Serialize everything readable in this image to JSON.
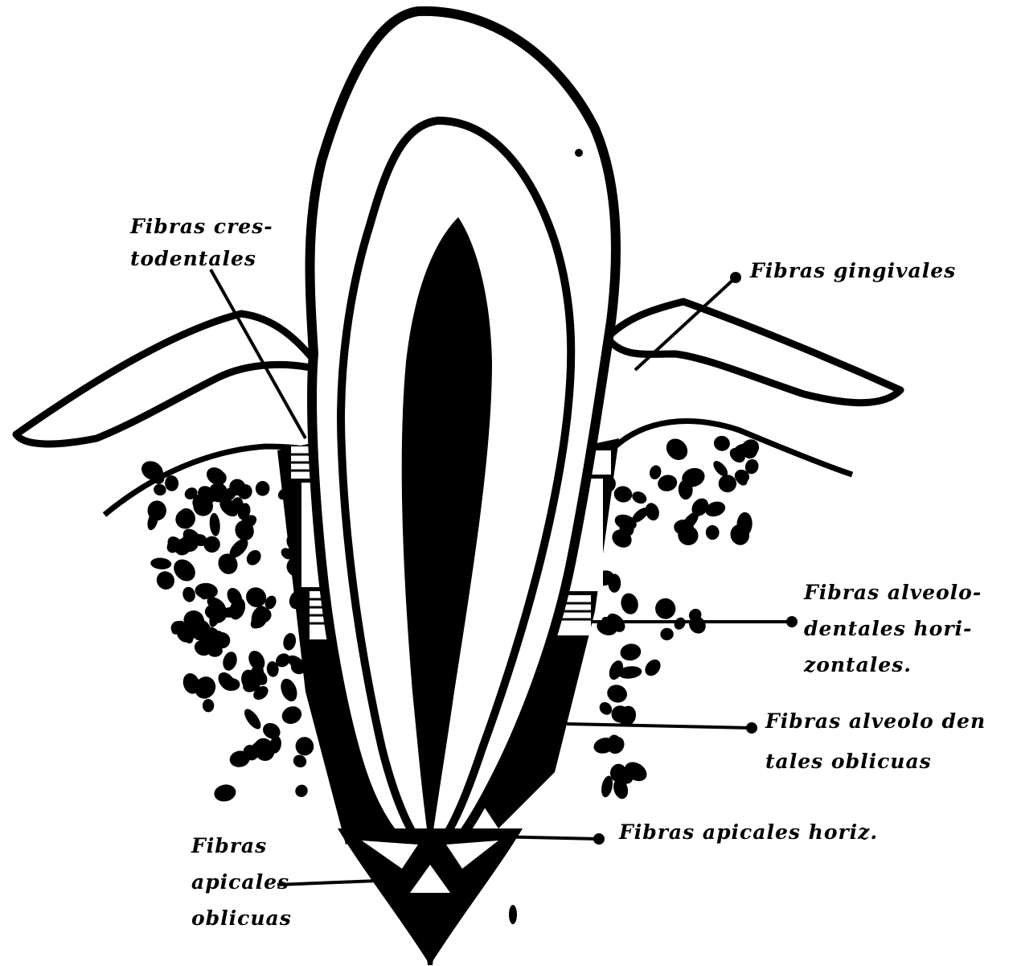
{
  "labels": {
    "crestodentales_1": "Fibras cres-",
    "crestodentales_2": "todentales",
    "gingivales": "Fibras gingivales",
    "horizontales_1": "Fibras alveolo-",
    "horizontales_2": "dentales hori-",
    "horizontales_3": "zontales.",
    "oblicuas_1": "Fibras alveolo den",
    "oblicuas_2": "tales oblicuas",
    "apicales_horiz": "Fibras apicales horiz.",
    "apicales_obl_1": "Fibras",
    "apicales_obl_2": "apicales",
    "apicales_obl_3": "oblicuas"
  },
  "colors": {
    "ink": "#000000",
    "paper": "#ffffff"
  }
}
